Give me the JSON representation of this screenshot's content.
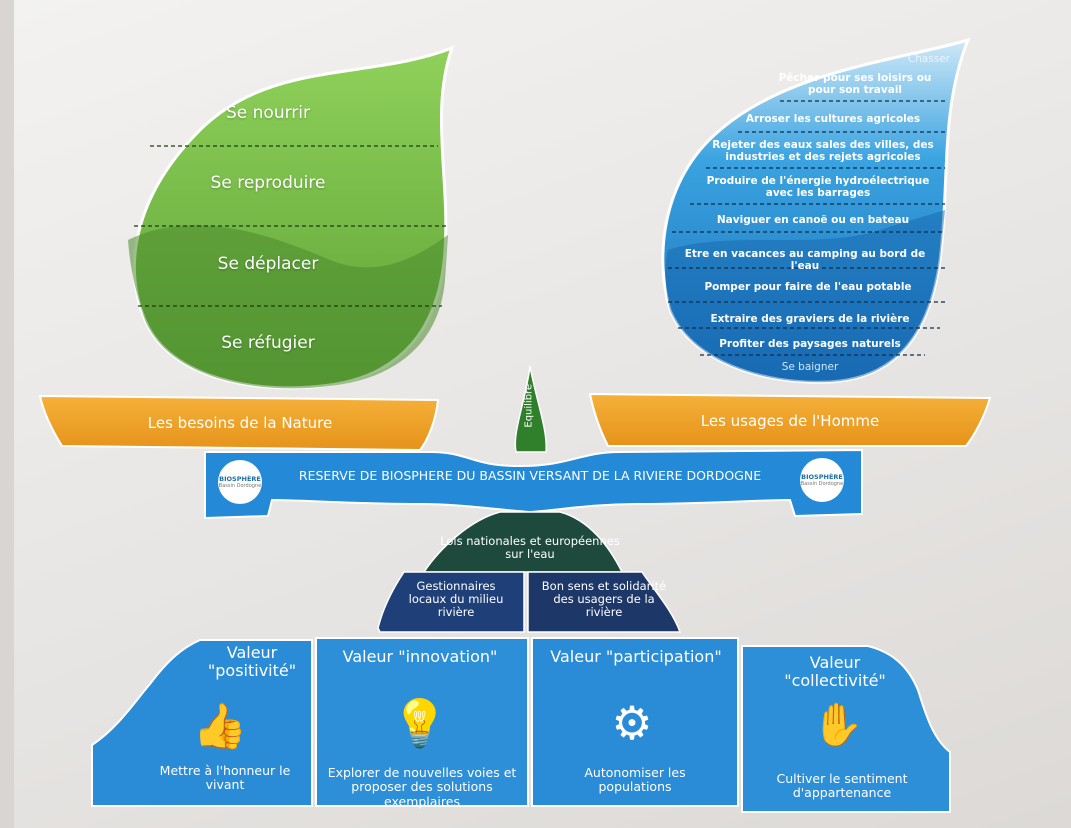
{
  "nature": {
    "needs": [
      "Se nourrir",
      "Se reproduire",
      "Se déplacer",
      "Se réfugier"
    ],
    "label": "Les besoins de la Nature"
  },
  "homme": {
    "usages": [
      "Chasser",
      "Pêcher pour ses loisirs ou pour son travail",
      "Arroser les cultures agricoles",
      "Rejeter des eaux sales des villes, des industries et des rejets agricoles",
      "Produire de l'énergie hydroélectrique avec les barrages",
      "Naviguer en canoë ou en bateau",
      "Etre en vacances au camping au bord de l'eau",
      "Pomper pour faire de l'eau potable",
      "Extraire des graviers de la rivière",
      "Profiter des paysages naturels",
      "Se baigner"
    ],
    "label": "Les usages de l'Homme"
  },
  "balance": {
    "pointer": "Equilibre",
    "banner": "RESERVE DE BIOSPHERE DU BASSIN VERSANT DE LA RIVIERE DORDOGNE",
    "logo_title": "BIOSPHÈRE",
    "logo_sub": "Bassin Dordogne"
  },
  "pyramid": {
    "top": "Lois nationales et européennes sur l'eau",
    "left": "Gestionnaires locaux du milieu rivière",
    "right": "Bon sens et solidarité des usagers de la rivière"
  },
  "values": [
    {
      "title": "Valeur \"positivité\"",
      "icon": "thumbs-up-icon",
      "desc": "Mettre à l'honneur le vivant"
    },
    {
      "title": "Valeur \"innovation\"",
      "icon": "lightbulb-icon",
      "desc": "Explorer de nouvelles voies et proposer des solutions exemplaires"
    },
    {
      "title": "Valeur \"participation\"",
      "icon": "gear-icon",
      "desc": "Autonomiser les populations"
    },
    {
      "title": "Valeur \"collectivité\"",
      "icon": "stacked-hands-icon",
      "desc": "Cultiver le sentiment d'appartenance"
    }
  ],
  "colors": {
    "nature_green": "#7cc14a",
    "nature_dark": "#3f7a2a",
    "water_blue": "#1f8fd6",
    "tray_orange": "#efa123",
    "value_blue": "#2b8fd8",
    "pyramid_dark": "#1e4d3f",
    "pyramid_navy": "#1f3f78"
  }
}
